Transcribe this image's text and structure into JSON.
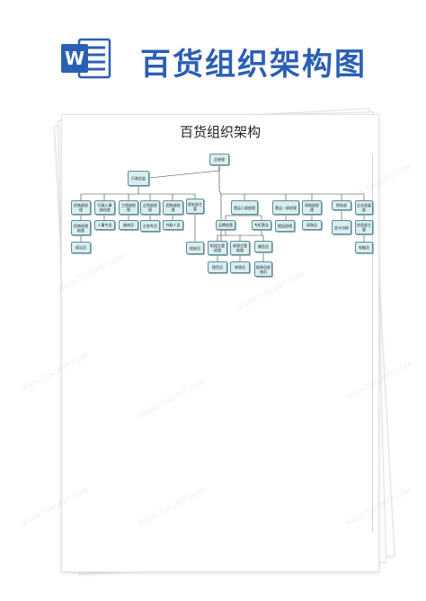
{
  "banner": {
    "title": "百货组织架构图",
    "icon": "word-app-icon",
    "icon_letter": "W",
    "color": "#2b5fb4"
  },
  "document": {
    "title": "百货组织架构"
  },
  "org": {
    "root": "总经理",
    "admin": "行政总监",
    "admin_depts": [
      "招商部经理",
      "行政人事部经理",
      "工程部经理",
      "企划部经理",
      "团购部经理"
    ],
    "admin_staff": [
      "人事专员",
      "维修员",
      "企划专员",
      "外联人员"
    ],
    "admin_subs": [
      "招商经理助理",
      "保洁员"
    ],
    "security": "保安部主管",
    "security_staff": "保安员",
    "ops_depts": [
      "营运二部经理",
      "营运一部经理",
      "采购部经理",
      "财务部",
      "企业发展部"
    ],
    "ops1_staff": "楼层经理",
    "purchase_staff": "采购员",
    "ops2_subs": [
      "品牌经营",
      "专柜营业"
    ],
    "brand_managers": [
      "柜组主管经理",
      "收银主管助理"
    ],
    "counter_staff": "播音员",
    "brand_leaves": [
      "理货员",
      "收银员",
      "报单员收银员"
    ],
    "finance_staff": [
      "会计出纳",
      "信息部主管"
    ],
    "finance_leaf": "电脑员"
  },
  "watermark": "WWW.TUKUPPT.COM"
}
